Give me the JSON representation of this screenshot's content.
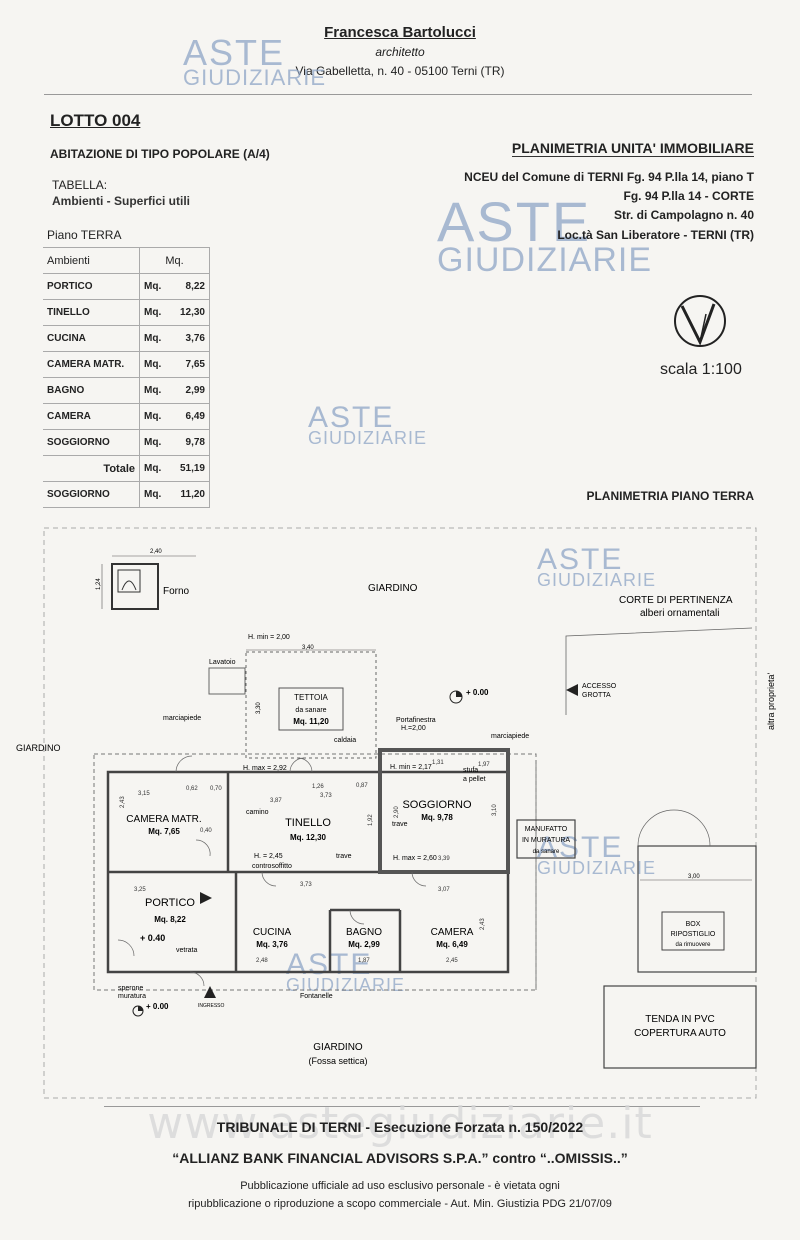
{
  "header": {
    "name": "Francesca Bartolucci",
    "role": "architetto",
    "address": "Via Gabelletta, n. 40 - 05100 Terni (TR)"
  },
  "lotto": "LOTTO 004",
  "tipo": "ABITAZIONE DI TIPO POPOLARE (A/4)",
  "tabella": {
    "line1": "TABELLA:",
    "line2": "Ambienti - Superfici utili"
  },
  "table": {
    "piano": "Piano TERRA",
    "col_ambienti": "Ambienti",
    "col_mq": "Mq.",
    "rows": [
      {
        "name": "PORTICO",
        "unit": "Mq.",
        "value": "8,22"
      },
      {
        "name": "TINELLO",
        "unit": "Mq.",
        "value": "12,30"
      },
      {
        "name": "CUCINA",
        "unit": "Mq.",
        "value": "3,76"
      },
      {
        "name": "CAMERA MATR.",
        "unit": "Mq.",
        "value": "7,65"
      },
      {
        "name": "BAGNO",
        "unit": "Mq.",
        "value": "2,99"
      },
      {
        "name": "CAMERA",
        "unit": "Mq.",
        "value": "6,49"
      },
      {
        "name": "SOGGIORNO",
        "unit": "Mq.",
        "value": "9,78"
      },
      {
        "name": "Totale",
        "unit": "Mq.",
        "value": "51,19"
      },
      {
        "name": "SOGGIORNO",
        "unit": "Mq.",
        "value": "11,20"
      }
    ]
  },
  "planimetria": {
    "title": "PLANIMETRIA UNITA' IMMOBILIARE",
    "lines": [
      "NCEU del Comune di TERNI Fg. 94 P.lla 14, piano T",
      "Fg. 94 P.lla 14 - CORTE",
      "Str. di Campolagno n. 40",
      "Loc.tà San Liberatore - TERNI (TR)"
    ],
    "scala": "scala 1:100",
    "piano_title": "PLANIMETRIA PIANO TERRA"
  },
  "watermark": {
    "line1": "ASTE",
    "line2": "GIUDIZIARIE",
    "site": "www.astegiudiziarie.it"
  },
  "plan": {
    "forno": "Forno",
    "dim_240": "2,40",
    "dim_124": "1,24",
    "giardino_top": "GIARDINO",
    "corte1": "CORTE DI PERTINENZA",
    "corte2": "alberi ornamentali",
    "altra": "altra proprieta'",
    "hmin": "H. min = 2,00",
    "dim_340": "3,40",
    "lavatoio": "Lavatoio",
    "tettoia1": "TETTOIA",
    "tettoia2": "da sanare",
    "tettoia3": "Mq. 11,20",
    "dim_330": "3,30",
    "quota0": "+ 0.00",
    "accesso1": "ACCESSO",
    "accesso2": "GROTTA",
    "marciapiede": "marciapiede",
    "giardino_left": "GIARDINO",
    "caldaia": "caldaia",
    "portafinestra": "Portafinestra",
    "portafinestra_h": "H.=2,00",
    "hmax292": "H. max = 2,92",
    "hmin217": "H. min = 2,17",
    "stufa1": "stufa",
    "stufa2": "a pellet",
    "camera_matr": "CAMERA MATR.",
    "camera_matr_mq": "Mq. 7,65",
    "tinello": "TINELLO",
    "tinello_mq": "Mq. 12,30",
    "soggiorno": "SOGGIORNO",
    "soggiorno_mq": "Mq. 9,78",
    "camino": "camino",
    "trave": "trave",
    "h245": "H. = 2,45",
    "controsoffitto": "controsoffitto",
    "hmax260": "H. max = 2,60",
    "manufatto1": "MANUFATTO",
    "manufatto2": "IN MURATURA",
    "manufatto3": "da sanare",
    "portico": "PORTICO",
    "portico_mq": "Mq. 8,22",
    "quota040": "+ 0.40",
    "vetrata": "vetrata",
    "cucina": "CUCINA",
    "cucina_mq": "Mq. 3,76",
    "bagno": "BAGNO",
    "bagno_mq": "Mq. 2,99",
    "camera": "CAMERA",
    "camera_mq": "Mq. 6,49",
    "sperone1": "sperone",
    "sperone2": "muratura",
    "ingresso": "INGRESSO",
    "fontanelle": "Fontanelle",
    "giardino_bottom": "GIARDINO",
    "fossa": "(Fossa settica)",
    "box1": "BOX",
    "box2": "RIPOSTIGLIO",
    "box3": "da rimuovere",
    "dim_300": "3,00",
    "tenda1": "TENDA IN PVC",
    "tenda2": "COPERTURA AUTO",
    "d_315": "3,15",
    "d_062": "0,62",
    "d_070": "0,70",
    "d_387": "3,87",
    "d_126": "1,26",
    "d_373": "3,73",
    "d_087": "0,87",
    "d_131": "1,31",
    "d_197": "1,97",
    "d_243": "2,43",
    "d_040": "0,40",
    "d_192": "1,92",
    "d_290": "2,90",
    "d_310": "3,10",
    "d_339": "3,39",
    "d_325": "3,25",
    "d_307": "3,07",
    "d_248": "2,48",
    "d_187": "1,87",
    "d_245": "2,45"
  },
  "footer": {
    "tribunale": "TRIBUNALE DI TERNI - Esecuzione Forzata n. 150/2022",
    "parti": "“ALLIANZ BANK FINANCIAL ADVISORS S.P.A.”  contro  “..OMISSIS..”",
    "pub1": "Pubblicazione ufficiale ad uso esclusivo personale - è vietata ogni",
    "pub2": "ripubblicazione o riproduzione a scopo commerciale - Aut. Min. Giustizia PDG 21/07/09"
  }
}
